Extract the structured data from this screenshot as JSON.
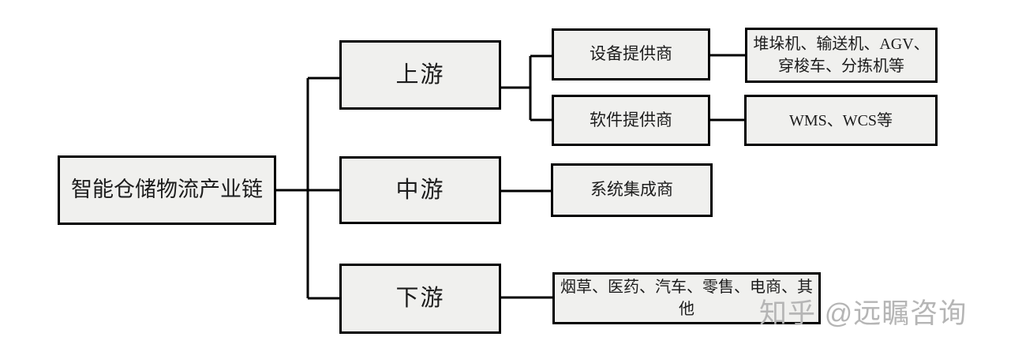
{
  "diagram": {
    "title": "智能仓储物流产业链",
    "type": "industry-chain-flowchart",
    "colors": {
      "background": "#ffffff",
      "box_fill": "#f0f0ee",
      "box_border": "#000000",
      "connector": "#000000",
      "watermark_text": "#b5b5b5"
    },
    "nodes": {
      "root": {
        "label": "智能仓储物流产业链"
      },
      "upstream": {
        "label": "上游"
      },
      "midstream": {
        "label": "中游"
      },
      "downstream": {
        "label": "下游"
      },
      "equipment": {
        "label": "设备提供商"
      },
      "software": {
        "label": "软件提供商"
      },
      "integrator": {
        "label": "系统集成商"
      },
      "equipment_detail": {
        "label": "堆垛机、输送机、AGV、穿梭车、分拣机等"
      },
      "software_detail": {
        "label": "WMS、WCS等"
      },
      "downstream_detail": {
        "label": "烟草、医药、汽车、零售、电商、其他"
      }
    },
    "edges": [
      {
        "from": "root",
        "to": "upstream"
      },
      {
        "from": "root",
        "to": "midstream"
      },
      {
        "from": "root",
        "to": "downstream"
      },
      {
        "from": "upstream",
        "to": "equipment"
      },
      {
        "from": "upstream",
        "to": "software"
      },
      {
        "from": "equipment",
        "to": "equipment_detail"
      },
      {
        "from": "software",
        "to": "software_detail"
      },
      {
        "from": "midstream",
        "to": "integrator"
      },
      {
        "from": "downstream",
        "to": "downstream_detail"
      }
    ],
    "watermark": "知乎 @远瞩咨询"
  }
}
